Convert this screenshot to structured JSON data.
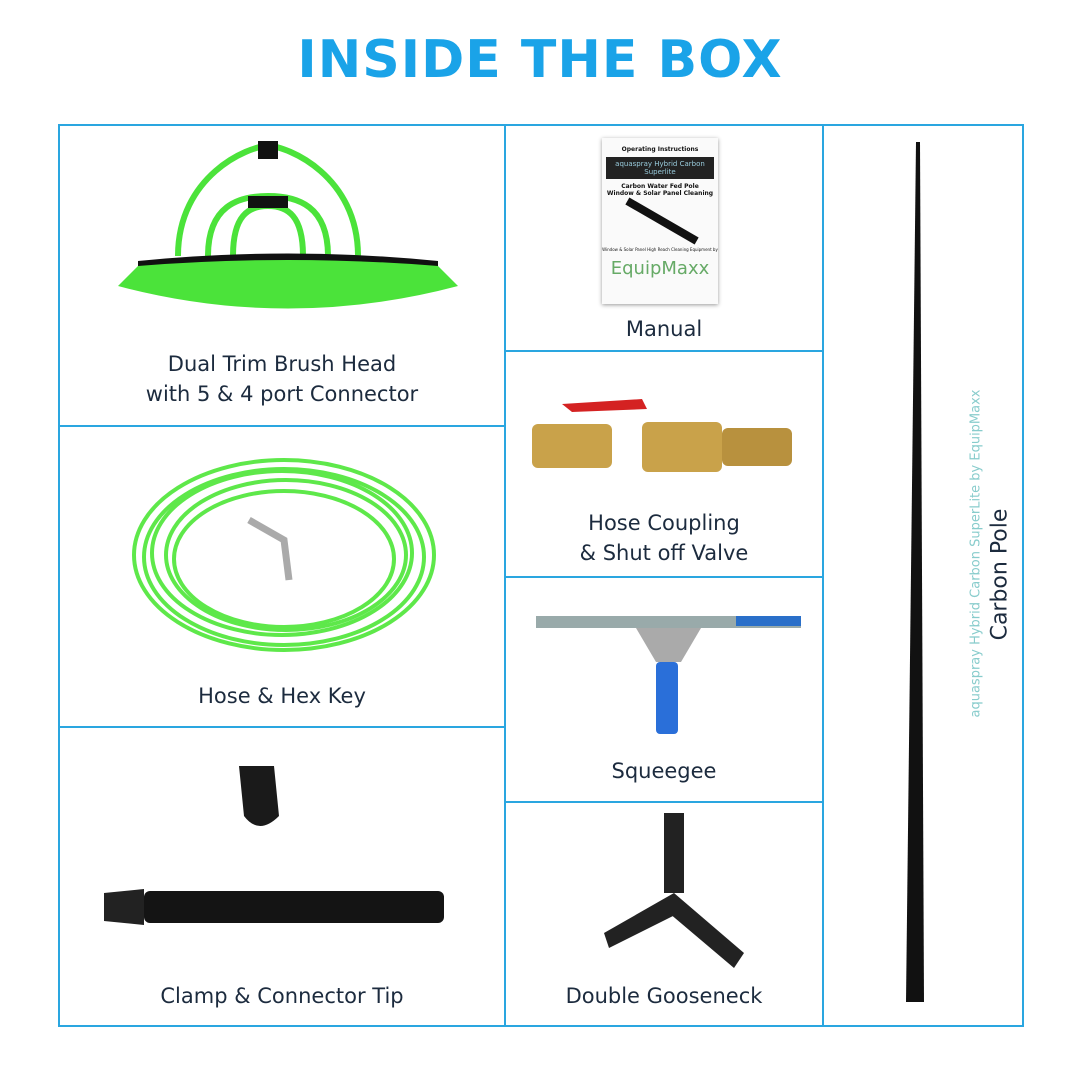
{
  "title": "INSIDE THE BOX",
  "items": [
    {
      "label_line1": "Dual Trim Brush Head",
      "label_line2": "with 5 & 4 port Connector"
    },
    {
      "label": "Manual"
    },
    {
      "label_line1": "Hose Coupling",
      "label_line2": "& Shut off Valve"
    },
    {
      "label": "Hose & Hex Key"
    },
    {
      "label": "Squeegee"
    },
    {
      "label": "Clamp & Connector Tip"
    },
    {
      "label": "Double Gooseneck"
    },
    {
      "label": "Carbon Pole"
    }
  ],
  "manual": {
    "heading": "Operating Instructions",
    "bar": "aquaspray Hybrid Carbon Superlite",
    "line1": "Carbon Water Fed Pole",
    "line2": "Window & Solar Panel Cleaning",
    "footer": "Window & Solar Panel High Reach Cleaning Equipment by",
    "brand": "EquipMaxx"
  },
  "pole_text": "aquaspray Hybrid Carbon SuperLite by EquipMaxx",
  "colors": {
    "accent": "#1aa3e8",
    "border": "#2aa6e0",
    "text": "#1c2b3e",
    "green": "#4be33a"
  }
}
